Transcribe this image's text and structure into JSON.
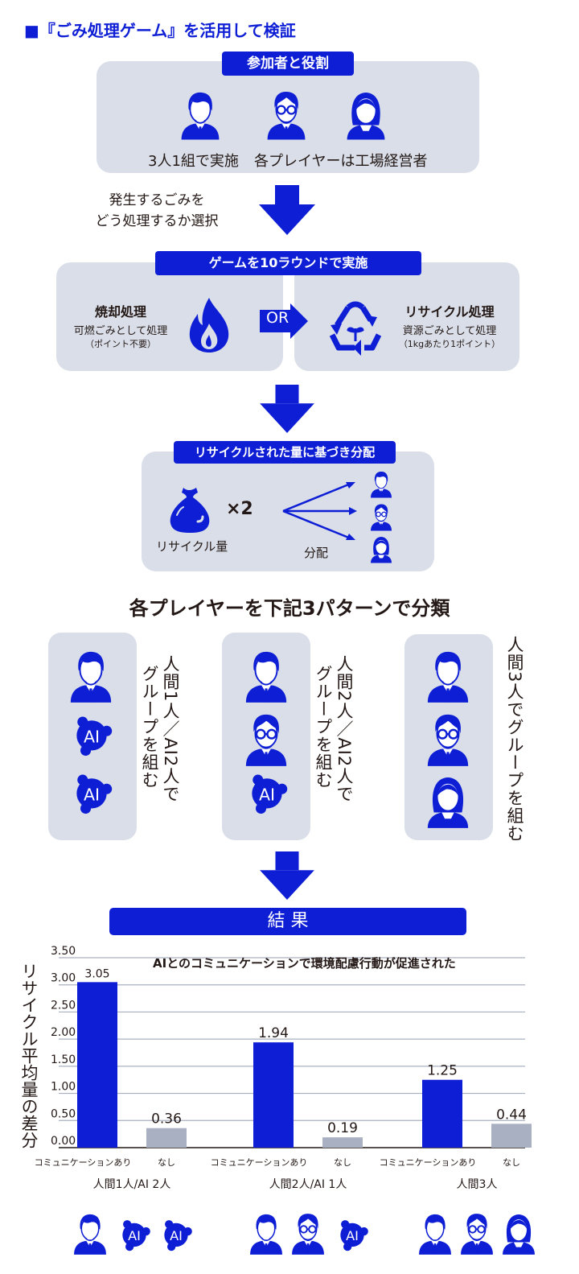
{
  "title": "■『ごみ処理ゲーム』を活用して検証",
  "participants": {
    "label": "参加者と役割",
    "caption_left": "3人1組で実施",
    "caption_right": "各プレイヤーは工場経営者"
  },
  "step1_note": [
    "発生するごみを",
    "どう処理するか選択"
  ],
  "rounds": {
    "label": "ゲームを10ラウンドで実施",
    "incinerate": {
      "title": "焼却処理",
      "sub": "可燃ごみとして処理",
      "note": "（ポイント不要）"
    },
    "or_label": "OR",
    "recycle": {
      "title": "リサイクル処理",
      "sub": "資源ごみとして処理",
      "note": "（1kgあたり1ポイント）"
    }
  },
  "distribution": {
    "label": "リサイクルされた量に基づき分配",
    "multiplier": "×2",
    "bag_caption": "リサイクル量",
    "distribute_caption": "分配"
  },
  "patterns": {
    "heading": "各プレイヤーを下記3パターンで分類",
    "items": [
      {
        "label": "人間1人／AI2人でグループを組む",
        "col1": "人間1人／AI2人で",
        "col2": "グループを組む",
        "members": [
          "person-man",
          "ai",
          "ai"
        ]
      },
      {
        "label": "人間2人／AI2人でグループを組む",
        "col1": "人間2人／AI2人で",
        "col2": "グループを組む",
        "members": [
          "person-man",
          "person-glasses",
          "ai"
        ]
      },
      {
        "label": "人間3人でグループを組む",
        "col1": "人間3人でグループを組む",
        "col2": "",
        "members": [
          "person-man",
          "person-glasses",
          "person-woman"
        ]
      }
    ],
    "ai_badge": "AI"
  },
  "results": {
    "label": "結 果"
  },
  "colors": {
    "accent": "#0d1ed5",
    "panel": "#d9dee8",
    "bar_without": "#a8b0c2",
    "text": "#231815"
  },
  "chart_data": {
    "type": "bar",
    "title": "AIとのコミュニケーションで環境配慮行動が促進された",
    "ylabel": "リサイクル平均量の差分",
    "xlabel": "",
    "ylim": [
      0,
      3.5
    ],
    "yticks": [
      "0.00",
      "0.50",
      "1.00",
      "1.50",
      "2.00",
      "2.50",
      "3.00",
      "3.50"
    ],
    "grid": true,
    "categories": [
      "人間1人/AI 2人",
      "人間2人/AI 1人",
      "人間3人"
    ],
    "series": [
      {
        "name": "コミュニケーションあり",
        "values": [
          3.05,
          1.94,
          1.25
        ],
        "labels": [
          "3.05",
          "1.94",
          "1.25"
        ]
      },
      {
        "name": "なし",
        "values": [
          0.36,
          0.19,
          0.44
        ],
        "labels": [
          "0.36",
          "0.19",
          "0.44"
        ]
      }
    ],
    "group_members": [
      [
        "person-man",
        "ai",
        "ai"
      ],
      [
        "person-man",
        "person-glasses",
        "ai"
      ],
      [
        "person-man",
        "person-glasses",
        "person-woman"
      ]
    ]
  }
}
